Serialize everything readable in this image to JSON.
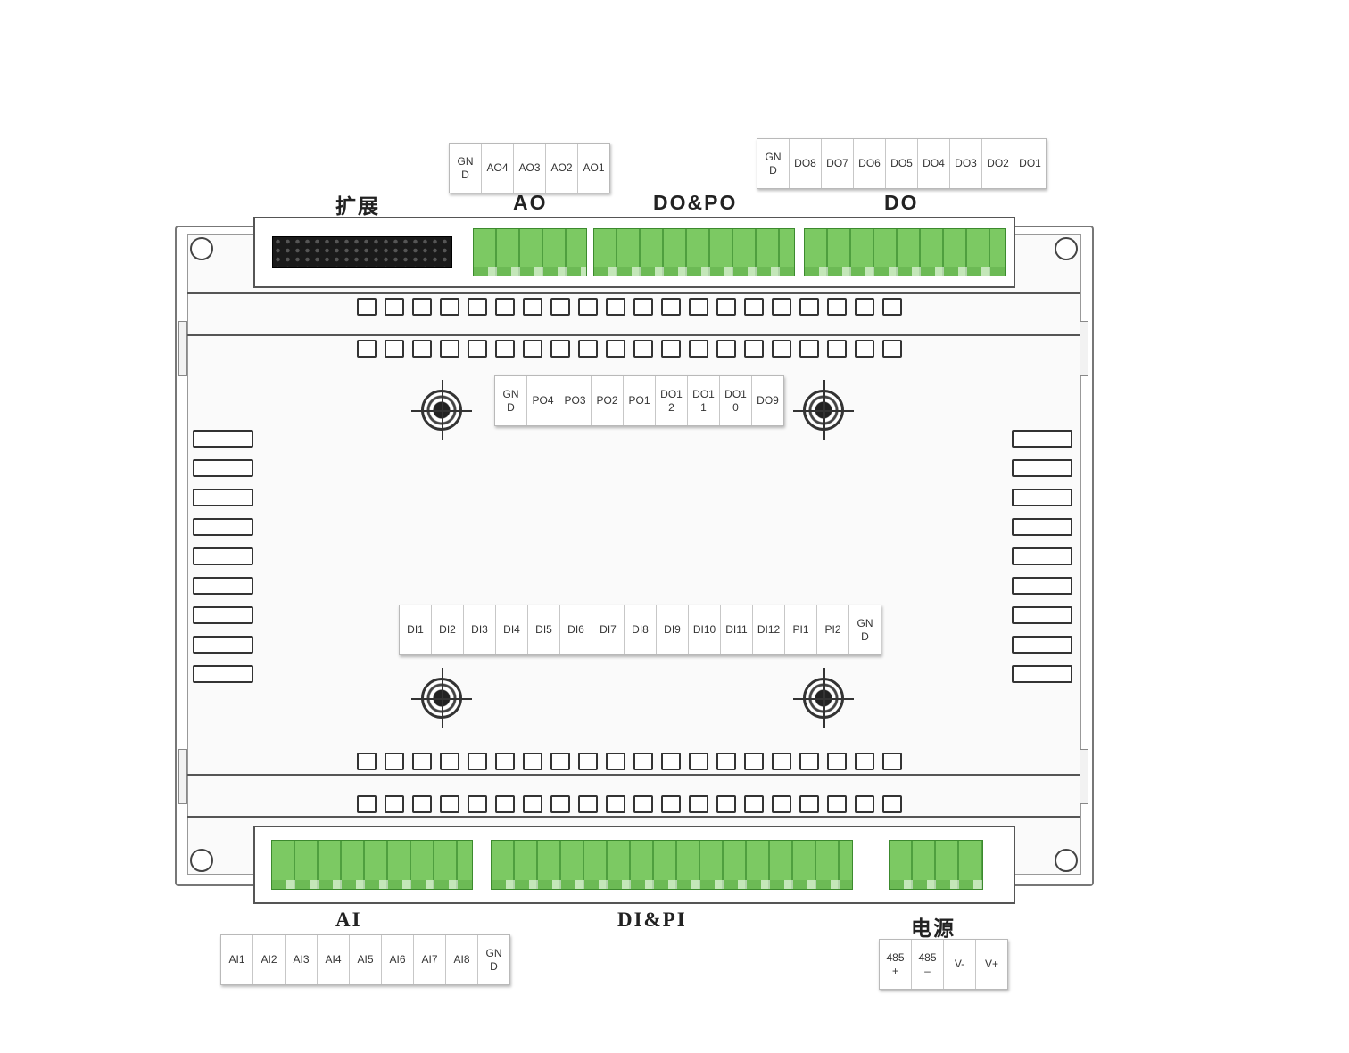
{
  "titles": {
    "expansion": "扩展",
    "ao": "AO",
    "do_po": "DO&PO",
    "do": "DO",
    "ai": "AI",
    "di_pi": "DI&PI",
    "power": "电源"
  },
  "strips": {
    "ao": [
      "GN\nD",
      "AO4",
      "AO3",
      "AO2",
      "AO1"
    ],
    "do": [
      "GN\nD",
      "DO8",
      "DO7",
      "DO6",
      "DO5",
      "DO4",
      "DO3",
      "DO2",
      "DO1"
    ],
    "do_po": [
      "GN\nD",
      "PO4",
      "PO3",
      "PO2",
      "PO1",
      "DO1\n2",
      "DO1\n1",
      "DO1\n0",
      "DO9"
    ],
    "di_pi": [
      "DI1",
      "DI2",
      "DI3",
      "DI4",
      "DI5",
      "DI6",
      "DI7",
      "DI8",
      "DI9",
      "DI10",
      "DI11",
      "DI12",
      "PI1",
      "PI2",
      "GN\nD"
    ],
    "ai": [
      "AI1",
      "AI2",
      "AI3",
      "AI4",
      "AI5",
      "AI6",
      "AI7",
      "AI8",
      "GN\nD"
    ],
    "power": [
      "485\n+",
      "485\n–",
      "V-",
      "V+"
    ]
  },
  "colors": {
    "terminal_green": "#6fbf58",
    "outline": "#333333"
  }
}
